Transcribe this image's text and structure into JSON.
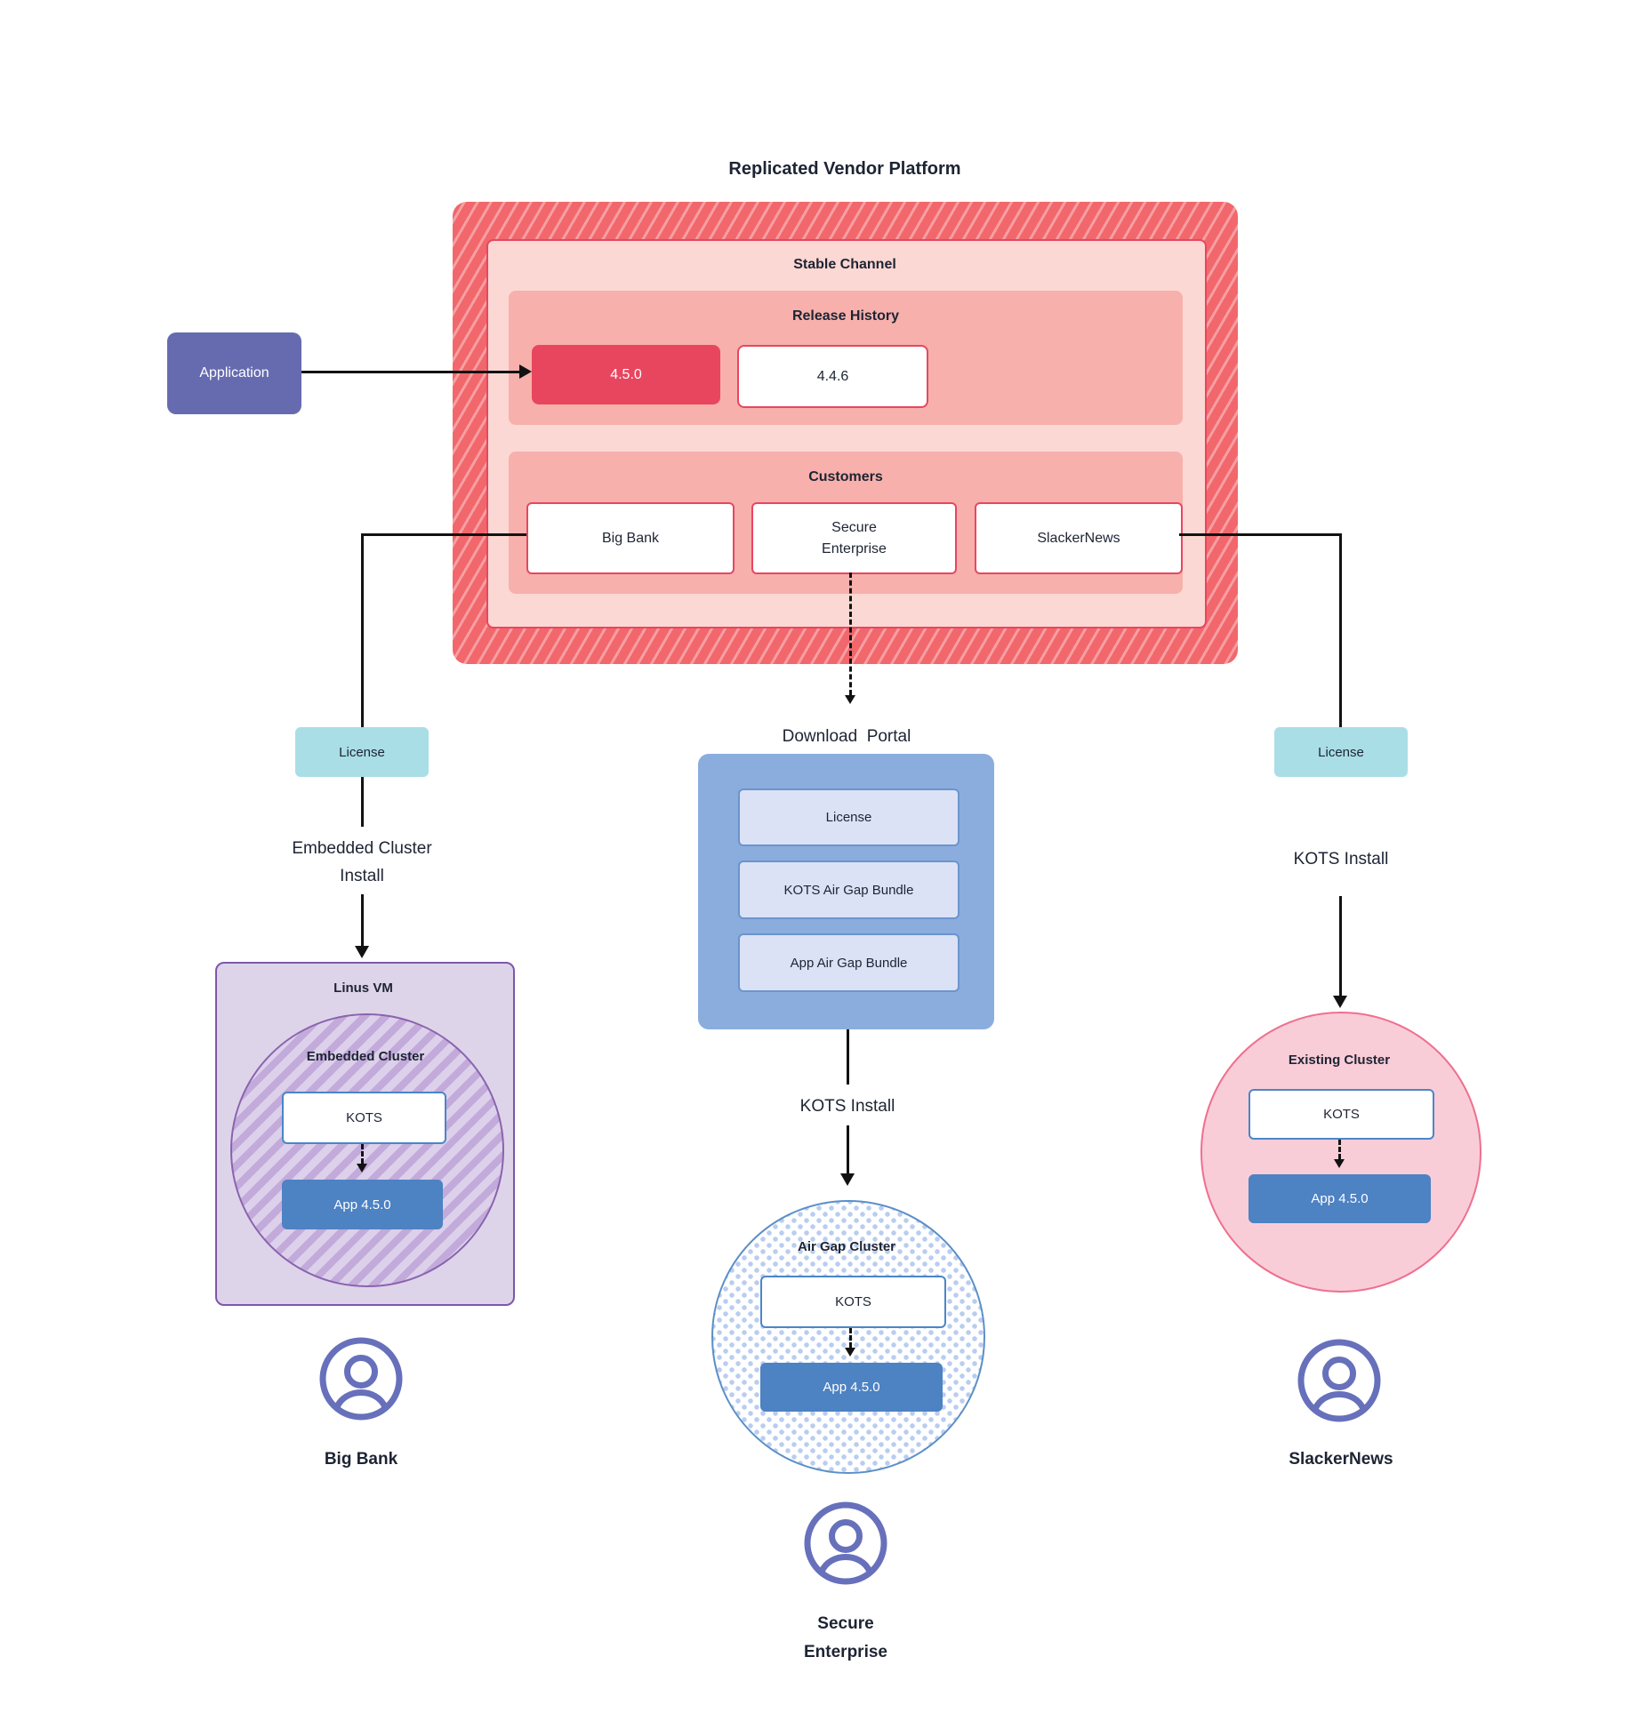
{
  "title": "Replicated Vendor Platform",
  "application_label": "Application",
  "platform": {
    "stable_channel_label": "Stable Channel",
    "release_history": {
      "label": "Release History",
      "current_release": "4.5.0",
      "previous_release": "4.4.6"
    },
    "customers": {
      "label": "Customers",
      "big_bank": "Big Bank",
      "secure_enterprise": "Secure Enterprise",
      "slackernews": "SlackerNews"
    }
  },
  "left_flow": {
    "license_label": "License",
    "install_line1": "Embedded Cluster",
    "install_line2": "Install",
    "vm_label": "Linus VM",
    "cluster_label": "Embedded Cluster",
    "kots_label": "KOTS",
    "app_label": "App 4.5.0",
    "persona_label": "Big Bank"
  },
  "center_flow": {
    "portal_label": "Download  Portal",
    "items": [
      "License",
      "KOTS Air Gap Bundle",
      "App Air Gap Bundle"
    ],
    "install_label": "KOTS Install",
    "cluster_label": "Air Gap Cluster",
    "kots_label": "KOTS",
    "app_label": "App 4.5.0",
    "persona_line1": "Secure",
    "persona_line2": "Enterprise"
  },
  "right_flow": {
    "license_label": "License",
    "install_label": "KOTS Install",
    "cluster_label": "Existing Cluster",
    "kots_label": "KOTS",
    "app_label": "App 4.5.0",
    "persona_label": "SlackerNews"
  },
  "icons": {
    "persona_icon": "user-circle-icon"
  },
  "colors": {
    "accent_red": "#e8465f",
    "hatch_red_base": "#f1676c",
    "hatch_red_stripe": "#f79fa2",
    "stable_fill": "#fbd8d3",
    "section_fill": "#f7b0ac",
    "app_purple": "#666bb0",
    "license_cyan": "#a9dee6",
    "portal_blue": "#8badde",
    "portal_item_fill": "#dbe2f6",
    "portal_item_border": "#6b94cd",
    "kots_border": "#4a86c8",
    "app_box_blue": "#4d82c3",
    "vm_fill": "#ded4ea",
    "vm_border": "#7e57ab",
    "hatch_purple_stripe": "#c2aada",
    "hatch_purple_base": "#dcd0ea",
    "circle_purple_border": "#8a63ae",
    "dot_blue": "#b9cdf0",
    "airgap_border": "#5b8fc7",
    "pink_fill": "#f9cdd8",
    "pink_border": "#ef6f8e",
    "person_purple": "#6770bb",
    "ink": "#1d2433",
    "line": "#121212"
  }
}
